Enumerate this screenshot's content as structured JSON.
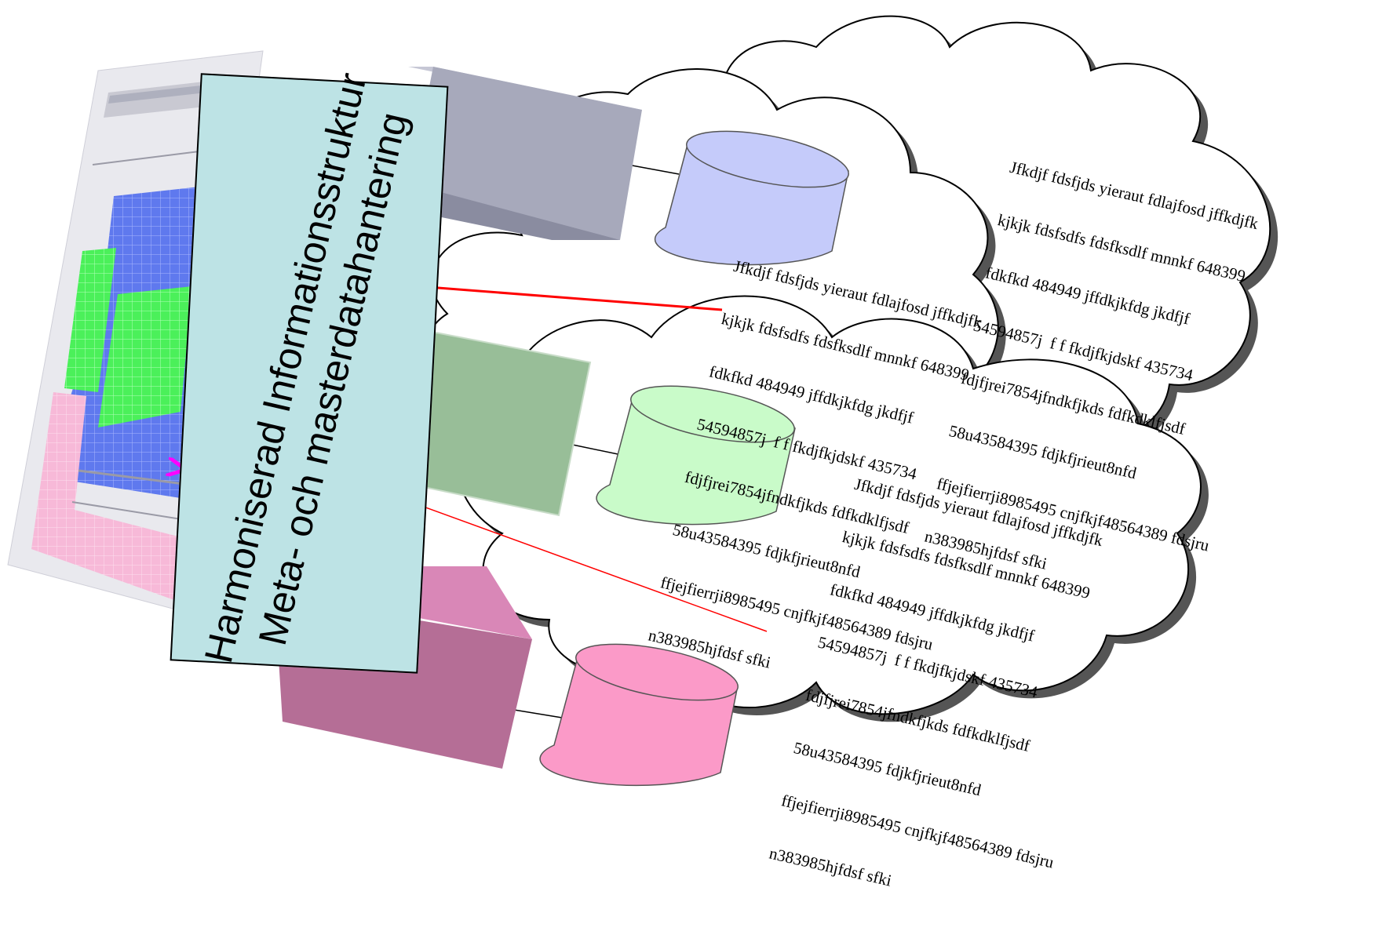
{
  "label": {
    "line1": "Harmoniserad Informationsstruktur",
    "line2": "Meta- och masterdatahantering"
  },
  "notes": [
    [
      "Jfkdjf fdsfjds yieraut fdlajfosd jffkdjfk",
      "kjkjk fdsfsdfs fdsfksdlf mnnkf 648399",
      "fdkfkd 484949 jffdkjkfdg jkdfjf",
      "54594857j  f f fkdjfkjdskf 435734",
      "fdjfjrei7854jfndkfjkds fdfkdklfjsdf",
      "58u43584395 fdjkfjrieut8nfd",
      "ffjejfierrji8985495 cnjfkjf48564389 fdsjru",
      "n383985hjfdsf sfki"
    ],
    [
      "Jfkdjf fdsfjds yieraut fdlajfosd jffkdjfk",
      "kjkjk fdsfsdfs fdsfksdlf mnnkf 648399",
      "fdkfkd 484949 jffdkjkfdg jkdfjf",
      "54594857j  f f fkdjfkjdskf 435734",
      "fdjfjrei7854jfndkfjkds fdfkdklfjsdf",
      "58u43584395 fdjkfjrieut8nfd",
      "ffjejfierrji8985495 cnjfkjf48564389 fdsjru",
      "n383985hjfdsf sfki"
    ],
    [
      "Jfkdjf fdsfjds yieraut fdlajfosd jffkdjfk",
      "kjkjk fdsfsdfs fdsfksdlf mnnkf 648399",
      "fdkfkd 484949 jffdkjkfdg jkdfjf",
      "54594857j  f f fkdjfkjdskf 435734",
      "fdjfjrei7854jfndkfjkds fdfkdklfjsdf",
      "58u43584395 fdjkfjrieut8nfd",
      "ffjejfierrji8985495 cnjfkjf48564389 fdsjru",
      "n383985hjfdsf sfki"
    ]
  ],
  "colors": {
    "box_gray": "#a7a9bb",
    "box_green": "#98be98",
    "box_pink": "#b56e96",
    "db_blue": "#c5cbfa",
    "db_green": "#c9fbc9",
    "db_pink": "#fb9ac8",
    "label_bg": "#bde3e5",
    "arrow_blue": "#9fd3e6",
    "arrow_red": "#ff0000",
    "arrow_green": "#00e000",
    "arrow_magenta": "#ff00ff"
  }
}
